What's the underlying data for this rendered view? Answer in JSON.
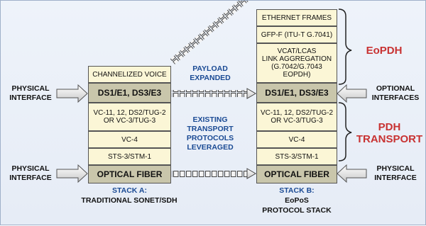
{
  "stack_a": {
    "layers": [
      "CHANNELIZED VOICE",
      "DS1/E1, DS3/E3",
      "VC-11, 12, DS2/TUG-2\nOR VC-3/TUG-3",
      "VC-4",
      "STS-3/STM-1",
      "OPTICAL FIBER"
    ],
    "caption_line1": "STACK A:",
    "caption_line2": "TRADITIONAL SONET/SDH"
  },
  "stack_b": {
    "layers": [
      "ETHERNET FRAMES",
      "GFP-F (ITU-T G.7041)",
      "VCAT/LCAS\nLINK AGGREGATION\n(G.7042/G.7043 EOPDH)",
      "DS1/E1, DS3/E3",
      "VC-11, 12, DS2/TUG-2\nOR VC-3/TUG-3",
      "VC-4",
      "STS-3/STM-1",
      "OPTICAL FIBER"
    ],
    "caption_line1": "STACK B:",
    "caption_line2": "EoPoS",
    "caption_line3": "PROTOCOL STACK"
  },
  "middle": {
    "payload": "PAYLOAD\nEXPANDED",
    "existing": "EXISTING\nTRANSPORT\nPROTOCOLS\nLEVERAGED"
  },
  "left_labels": {
    "top": "PHYSICAL\nINTERFACE",
    "bottom": "PHYSICAL\nINTERFACE"
  },
  "right_labels": {
    "optional": "OPTIONAL\nINTERFACES",
    "physical": "PHYSICAL\nINTERFACE"
  },
  "brackets": {
    "eopdh": "EoPDH",
    "pdh_line1": "PDH",
    "pdh_line2": "TRANSPORT"
  },
  "colors": {
    "accent_blue": "#1a4a94",
    "accent_red": "#c83232",
    "layer_fill": "#fbf6d6",
    "highlight_fill": "#c9c6ab"
  }
}
